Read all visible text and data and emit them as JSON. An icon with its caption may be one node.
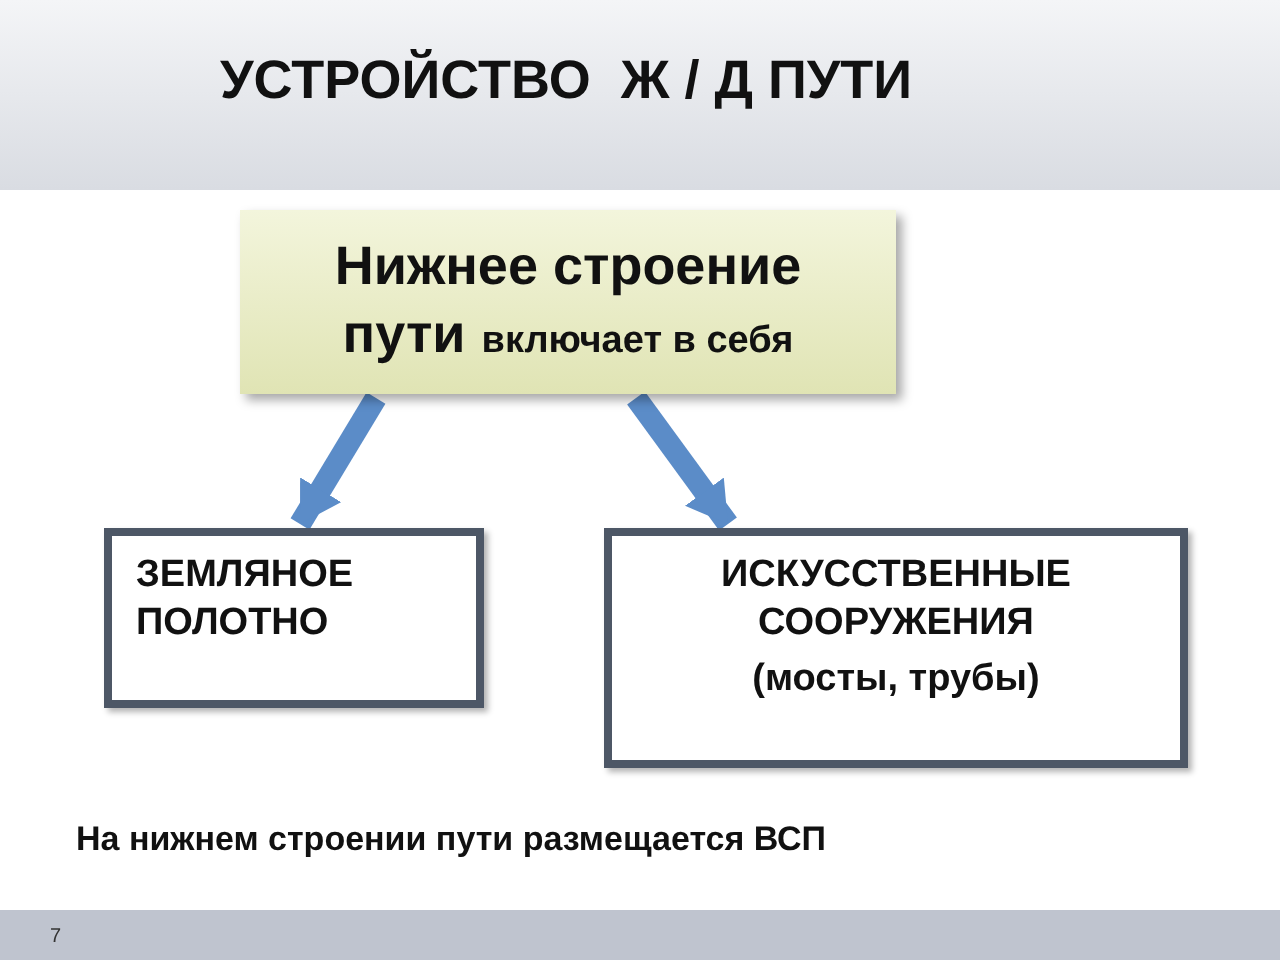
{
  "diagram": {
    "title": "УСТРОЙСТВО  Ж / Д ПУТИ",
    "nodes": [
      {
        "text": [
          "Нижнее  строение пути",
          "включает в себя"
        ]
      },
      {
        "text": [
          "ЗЕМЛЯНОЕ ПОЛОТНО"
        ]
      },
      {
        "text": [
          "ИСКУССТВЕННЫЕ СООРУЖЕНИЯ",
          "(мосты, трубы)"
        ]
      }
    ],
    "edges": [
      {
        "from": 0,
        "to": 1,
        "arrow": "to"
      },
      {
        "from": 0,
        "to": 2,
        "arrow": "to"
      }
    ],
    "labels": [
      "На нижнем строении пути размещается ВСП",
      "7"
    ]
  }
}
